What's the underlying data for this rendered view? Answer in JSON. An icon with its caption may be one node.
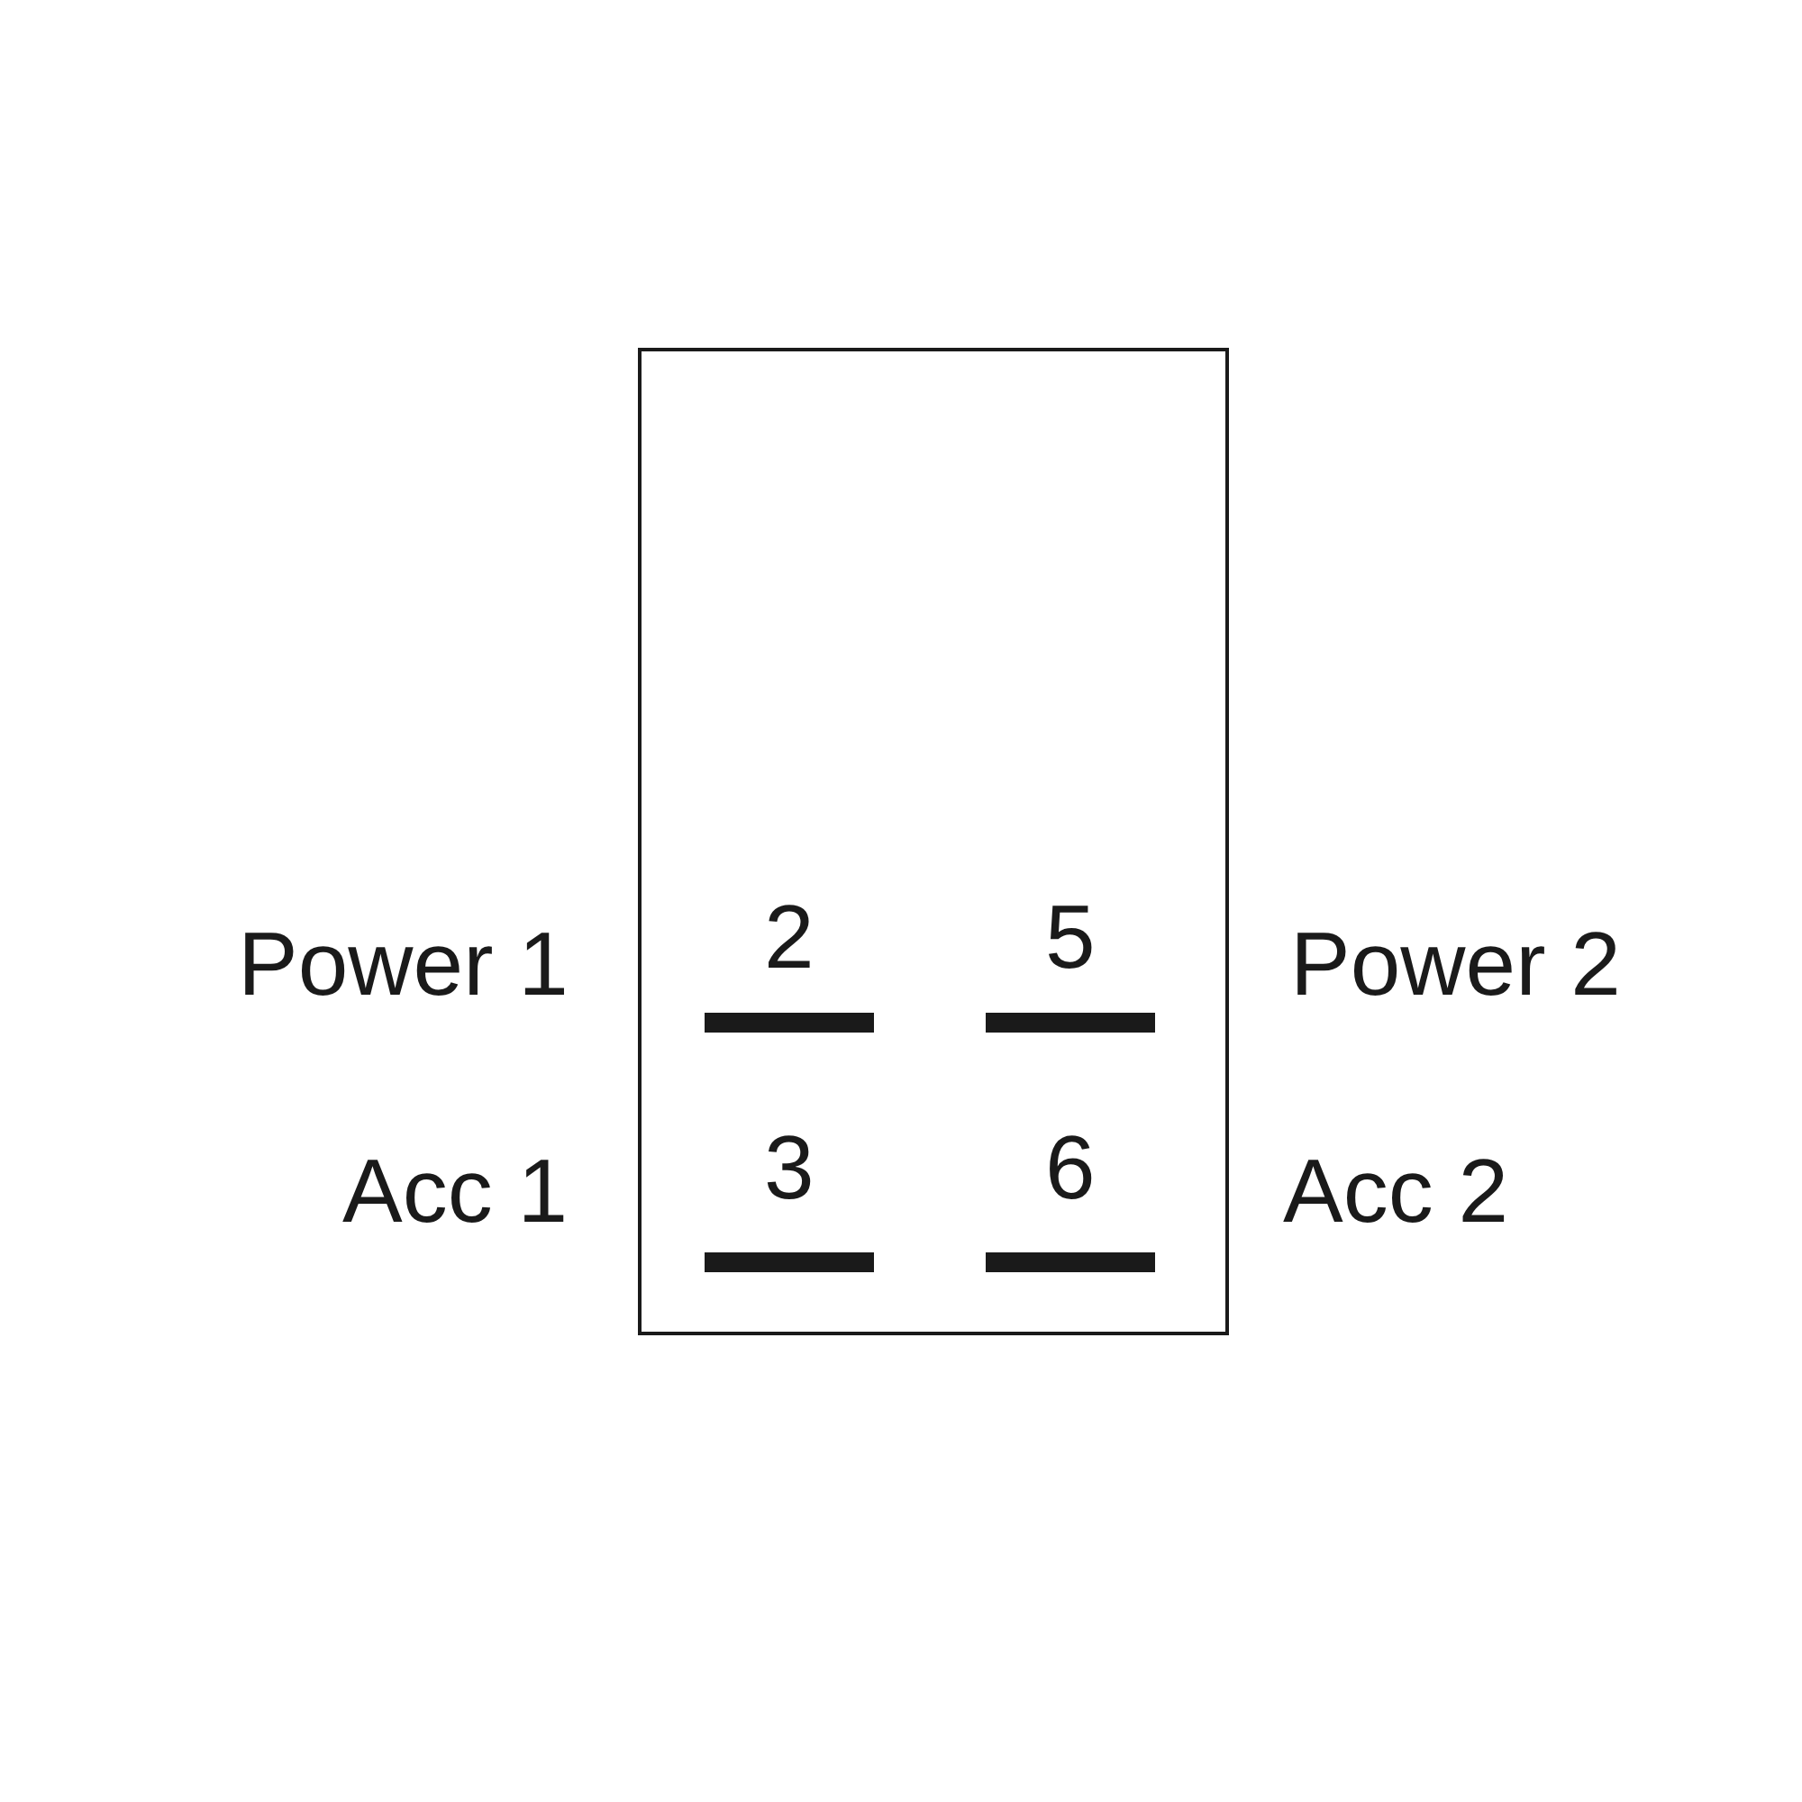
{
  "diagram": {
    "labels": [
      "Power 1",
      "2",
      "5",
      "Power 2",
      "Acc 1",
      "3",
      "6",
      "Acc 2"
    ]
  }
}
